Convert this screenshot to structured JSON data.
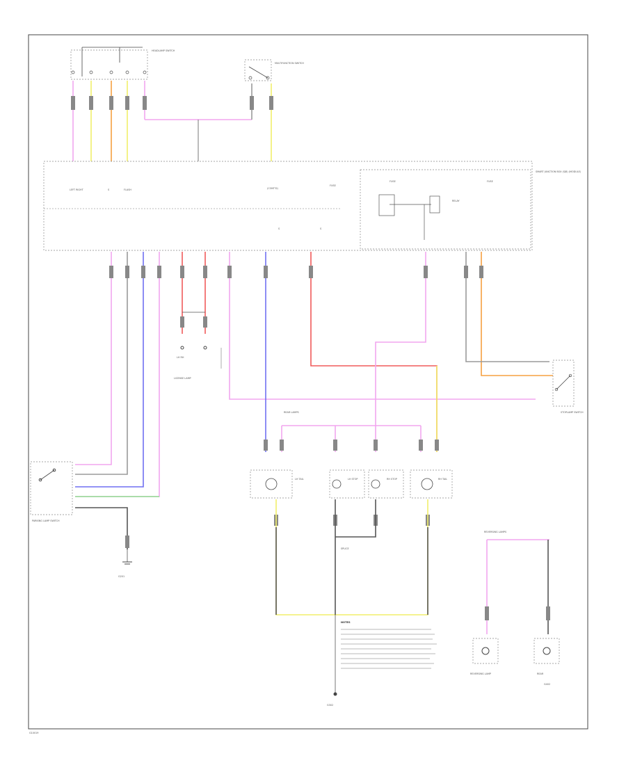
{
  "page": {
    "footer_code": "G10019"
  },
  "colors": {
    "pink": "#f2a6ef",
    "yellow": "#f2ee6a",
    "orange": "#f5a040",
    "blue": "#6f6ff2",
    "green": "#8fe08f",
    "red": "#f05a5a",
    "gray": "#9a9a9a",
    "black": "#555555"
  },
  "labels": {
    "module": "SMART JUNCTION BOX (SJB) (MODULE)",
    "module_mid": "(CONT'D)",
    "module_fuse": "FUSE",
    "light_switch": "HEADLAMP SWITCH",
    "multifunction": "MULTIFUNCTION SWITCH",
    "park_lamp": "PARKING LAMP SWITCH",
    "rear_lamps": "REAR LAMPS",
    "sensor_note": "SPLICE",
    "ground_main": "G302",
    "ground_left": "G201",
    "ground_right": "G402",
    "license_lamp": "LICENSE LAMP",
    "stop_switch": "STOPLAMP SWITCH",
    "lh_tail": "LH TAIL",
    "lh_stop": "LH STOP",
    "rh_stop": "RH STOP",
    "rh_tail": "RH TAIL",
    "backup_left": "REVERSING LAMP",
    "backup_right": "REAR",
    "notes": "NOTES"
  }
}
